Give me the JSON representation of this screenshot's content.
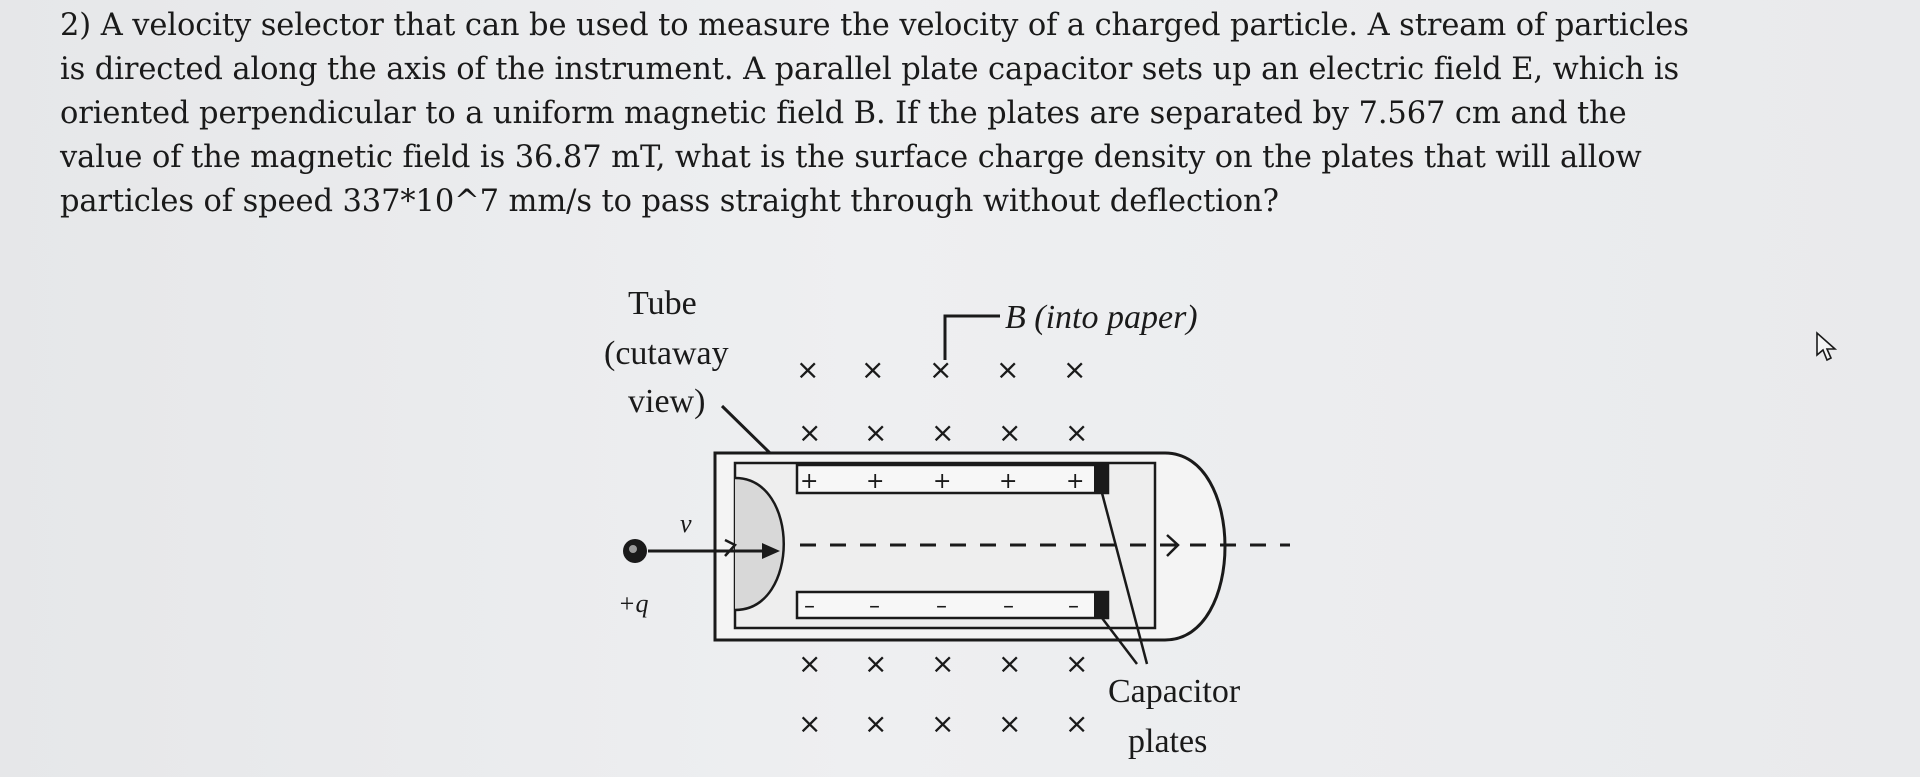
{
  "question": {
    "lines": [
      "2) A velocity selector that can be used to measure the velocity of a charged particle. A stream of particles",
      "is directed along the axis of the instrument. A parallel plate capacitor sets up an electric field E, which is",
      "oriented perpendicular to a uniform magnetic field B. If the plates are separated by 7.567 cm and the",
      "value of the magnetic field is 36.87 mT, what is the surface charge density on the plates that will allow",
      "particles of speed 337*10^7 mm/s to pass straight through without deflection?"
    ]
  },
  "figure": {
    "tube_label": [
      "Tube",
      "(cutaway",
      "view)"
    ],
    "b_label": "B (into paper)",
    "velocity_label": "v",
    "charge_label": "+q",
    "capacitor_label": [
      "Capacitor",
      "plates"
    ],
    "cross_symbol": "×",
    "plus_symbol": "+",
    "minus_symbol": "–"
  },
  "ui": {
    "cursor_icon": "mouse-pointer-icon"
  }
}
